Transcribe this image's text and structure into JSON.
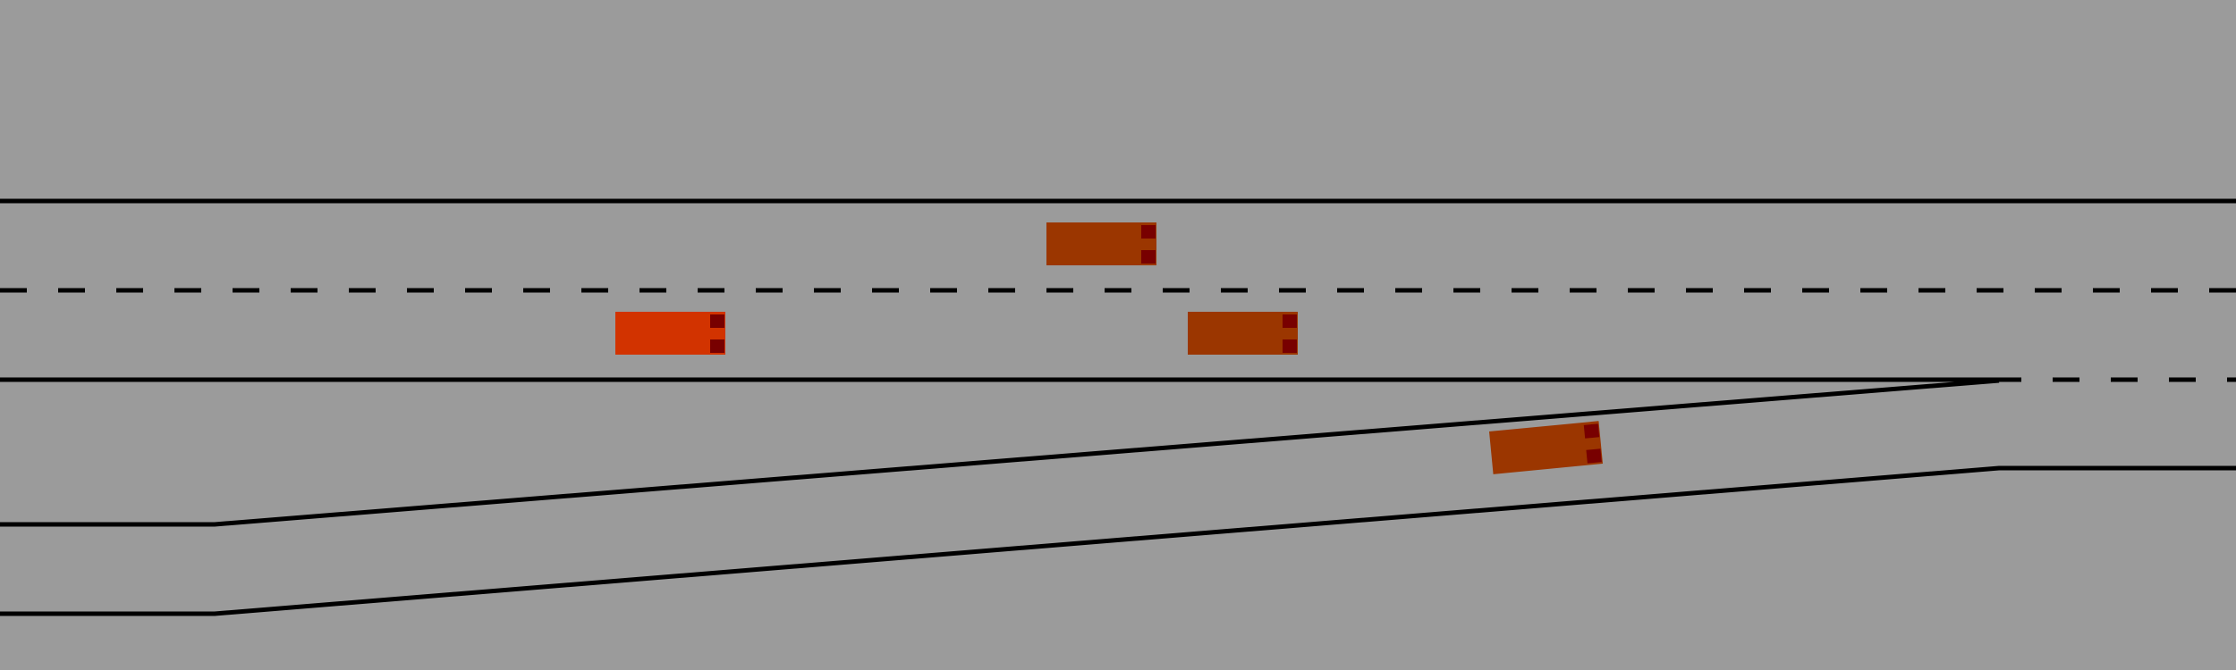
{
  "scene": {
    "background": "#9b9b9b",
    "line_color": "#000000"
  },
  "vehicles": [
    {
      "id": "ego",
      "role": "ego-vehicle",
      "color": "#d23300",
      "light_color": "#780000"
    },
    {
      "id": "car-1",
      "role": "traffic-vehicle",
      "color": "#9b3600",
      "light_color": "#780000"
    },
    {
      "id": "car-2",
      "role": "traffic-vehicle",
      "color": "#9b3600",
      "light_color": "#780000"
    },
    {
      "id": "car-3",
      "role": "traffic-vehicle",
      "color": "#9b3600",
      "light_color": "#780000"
    }
  ]
}
